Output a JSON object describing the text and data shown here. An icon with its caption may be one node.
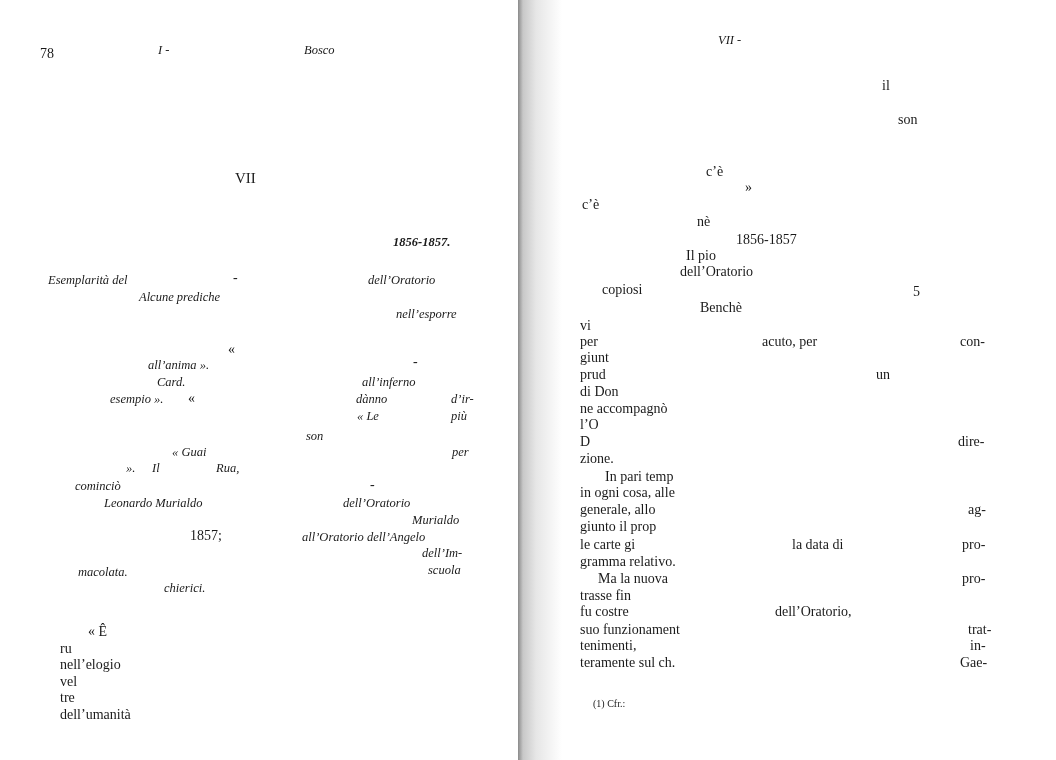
{
  "diagram": {
    "labels": [
      "78",
      "I -",
      "Bosco",
      "VII",
      "1856-1857.",
      "Esemplarità del",
      "-",
      "dell’Oratorio",
      "Alcune prediche",
      "nell’esporre",
      "«",
      "all’anima ».",
      "-",
      "Card.",
      "all’inferno",
      "esempio ».",
      "«",
      "dànno",
      "d’ir-",
      "« Le",
      "più",
      "son",
      "« Guai",
      "per",
      "».",
      "Il",
      "Rua,",
      "cominciò",
      "-",
      "Leonardo Murialdo",
      "dell’Oratorio",
      "Murialdo",
      "1857;",
      "all’Oratorio dell’Angelo",
      "dell’Im-",
      "macolata.",
      "scuola",
      "chierici.",
      "« Ê",
      "ru",
      "nell’elogio",
      "vel",
      "tre",
      "dell’umanità",
      "VII -",
      "il",
      "son",
      "c’è",
      "»",
      "c’è",
      "nè",
      "1856-1857",
      "Il pio",
      "dell’Oratorio",
      "copiosi",
      "5",
      "Benchè",
      "vi",
      "per",
      "acuto, per",
      "con-",
      "giunt",
      "prud",
      "un",
      "di Don",
      "ne accompagnò",
      "l’O",
      "D",
      "dire-",
      "zione.",
      "In pari temp",
      "in ogni cosa, alle",
      "generale, allo",
      "ag-",
      "giunto il prop",
      "le carte gi",
      "la data di",
      "pro-",
      "gramma relativo.",
      "Ma la nuova",
      "pro-",
      "trasse fin",
      "fu costre",
      "dell’Oratorio,",
      "suo funzionament",
      "trat-",
      "tenimenti,",
      "in-",
      "teramente sul ch.",
      "Gae-",
      "(1) Cfr.:"
    ]
  }
}
